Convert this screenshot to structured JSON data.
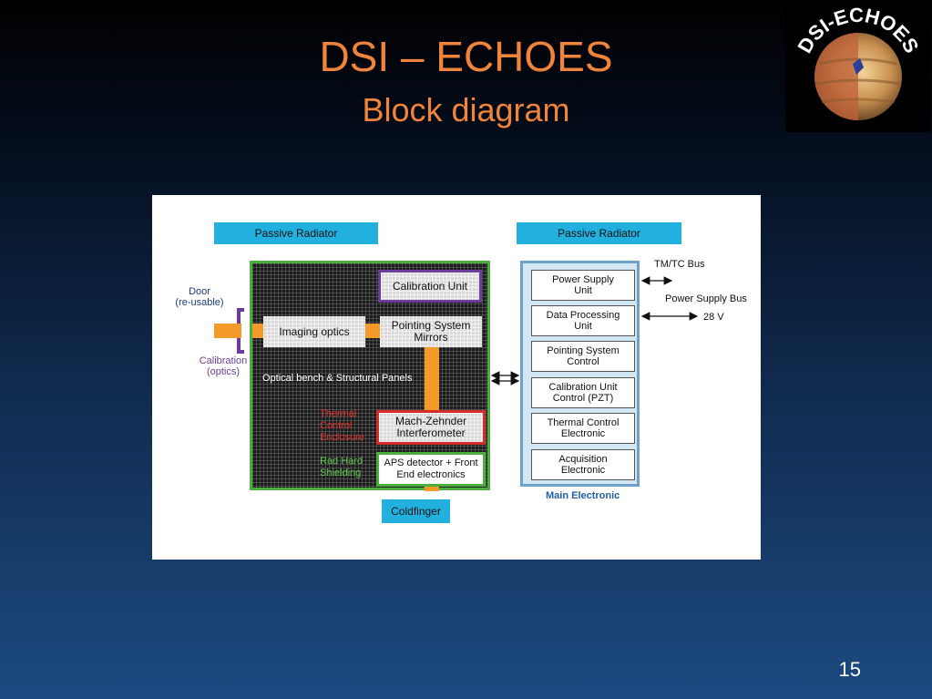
{
  "slide": {
    "title": "DSI – ECHOES",
    "subtitle": "Block diagram",
    "page_number": "15"
  },
  "logo": {
    "text": "DSI-ECHOES"
  },
  "diagram": {
    "passive_radiator_left": "Passive Radiator",
    "passive_radiator_right": "Passive Radiator",
    "door_label": "Door",
    "door_sublabel": "(re-usable)",
    "calibration_label": "Calibration",
    "calibration_sublabel": "(optics)",
    "calibration_unit": "Calibration Unit",
    "imaging_optics": "Imaging optics",
    "pointing_mirrors_line1": "Pointing System",
    "pointing_mirrors_line2": "Mirrors",
    "optical_bench": "Optical bench & Structural Panels",
    "thermal_label_line1": "Thermal",
    "thermal_label_line2": "Control",
    "thermal_label_line3": "Enclosure",
    "mach_zehnder_line1": "Mach-Zehnder",
    "mach_zehnder_line2": "Interferometer",
    "rad_hard_line1": "Rad Hard",
    "rad_hard_line2": "Shielding",
    "aps_line1": "APS detector + Front",
    "aps_line2": "End electronics",
    "coldfinger": "Coldfinger",
    "main_electronic_label": "Main Electronic",
    "units": [
      {
        "line1": "Power Supply",
        "line2": "Unit"
      },
      {
        "line1": "Data Processing",
        "line2": "Unit"
      },
      {
        "line1": "Pointing System",
        "line2": "Control"
      },
      {
        "line1": "Calibration Unit",
        "line2": "Control (PZT)"
      },
      {
        "line1": "Thermal Control",
        "line2": "Electronic"
      },
      {
        "line1": "Acquisition",
        "line2": "Electronic"
      }
    ],
    "tmtc_bus": "TM/TC Bus",
    "power_supply_bus": "Power Supply Bus",
    "voltage": "28 V"
  },
  "colors": {
    "title": "#f0843a",
    "radiator": "#22b0de",
    "shielding": "#4cae3c",
    "thermal": "#d62b2b",
    "calibration": "#6a3d9a",
    "beam": "#f39a2a"
  }
}
